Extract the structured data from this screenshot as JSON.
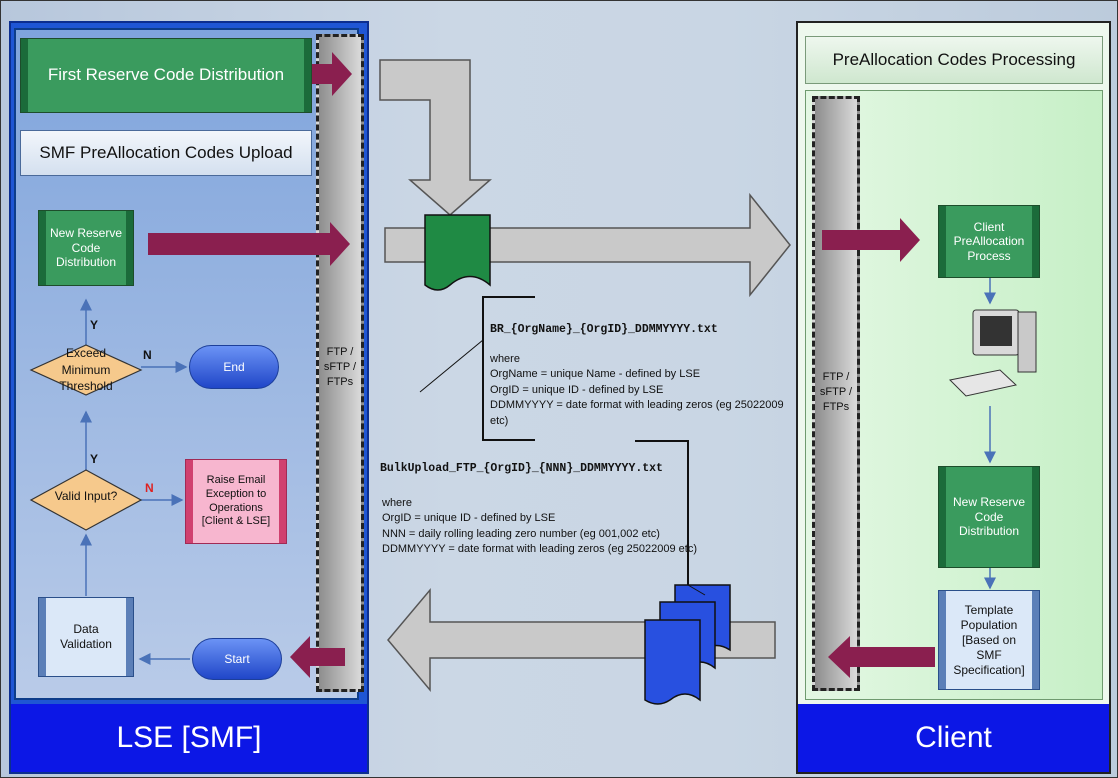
{
  "lanes": {
    "left_footer": "LSE [SMF]",
    "right_footer": "Client",
    "right_header": "PreAllocation Codes Processing"
  },
  "left": {
    "first_reserve": "First Reserve Code Distribution",
    "upload_header": "SMF PreAllocation Codes Upload",
    "new_reserve": "New Reserve Code Distribution",
    "exceed_threshold": "Exceed Minimum Threshold",
    "end": "End",
    "valid_input": "Valid Input?",
    "raise_email": "Raise Email Exception to Operations [Client & LSE]",
    "data_validation": "Data Validation",
    "start": "Start",
    "yes_label_1": "Y",
    "no_label_1": "N",
    "yes_label_2": "Y",
    "no_label_2": "N",
    "ftp": "FTP /\nsFTP /\nFTPs"
  },
  "right": {
    "client_process": "Client PreAllocation Process",
    "new_reserve": "New Reserve Code Distribution",
    "template_population": "Template Population [Based on SMF Specification]",
    "ftp": "FTP /\nsFTP /\nFTPs"
  },
  "files": {
    "br_name": "BR_{OrgName}_{OrgID}_DDMMYYYY.txt",
    "br_where": "where\nOrgName = unique Name - defined by LSE\nOrgID = unique ID - defined by LSE\nDDMMYYYY = date format with leading zeros (eg 25022009 etc)",
    "bulk_name": "BulkUpload_FTP_{OrgID}_{NNN}_DDMMYYYY.txt",
    "bulk_where": "where\nOrgID = unique ID - defined by LSE\nNNN = daily rolling leading zero number (eg 001,002 etc)\nDDMMYYYY = date format with leading zeros (eg 25022009 etc)"
  },
  "colors": {
    "flow_arrow": "#8a1f4f",
    "big_arrow": "#c7c7c7",
    "process_green": "#3a9b5e",
    "lane_blue": "#0c17e6"
  }
}
